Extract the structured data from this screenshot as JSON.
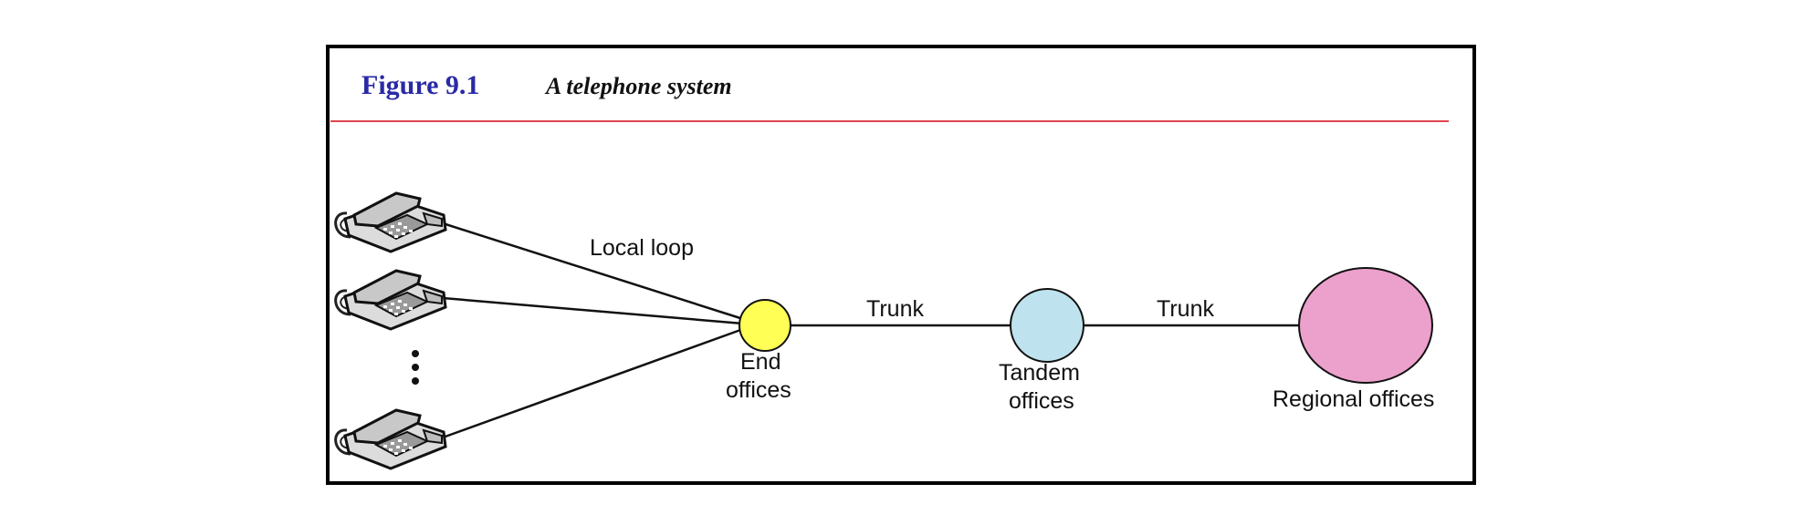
{
  "figure": {
    "label": "Figure 9.1",
    "caption": "A telephone system"
  },
  "colors": {
    "frame": "#000000",
    "label": "#2a2aa6",
    "rule": "#e0454f",
    "end_office": "#ffff55",
    "tandem_office": "#bfe3ee",
    "regional_office": "#eca0cc",
    "line": "#111111"
  },
  "edges": {
    "local_loop": "Local loop",
    "trunk_1": "Trunk",
    "trunk_2": "Trunk"
  },
  "nodes": {
    "end_office": {
      "line1": "End",
      "line2": "offices"
    },
    "tandem_office": {
      "line1": "Tandem",
      "line2": "offices"
    },
    "regional_office": {
      "line1": "Regional offices"
    }
  },
  "icons": {
    "telephone": "telephone-icon",
    "ellipsis": "vertical-ellipsis"
  }
}
